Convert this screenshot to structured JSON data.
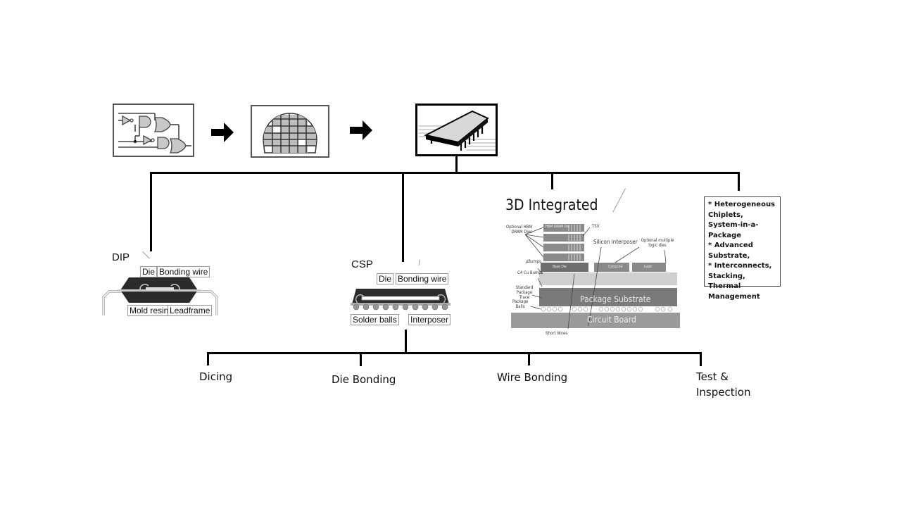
{
  "flow": {
    "steps": [
      {
        "name": "logic-circuit",
        "icon": "logic-gates-icon"
      },
      {
        "name": "wafer",
        "icon": "wafer-grid-icon"
      },
      {
        "name": "packaged-chip",
        "icon": "ic-chip-icon"
      }
    ],
    "arrow_icon": "arrow-right-icon"
  },
  "packages": {
    "dip": {
      "title": "DIP",
      "labels": {
        "die": "Die",
        "bonding_wire": "Bonding wire",
        "mold_resin": "Mold resin",
        "leadframe": "Leadframe"
      }
    },
    "csp": {
      "title": "CSP",
      "labels": {
        "die": "Die",
        "bonding_wire": "Bonding wire",
        "solder_balls": "Solder balls",
        "interposer": "Interposer"
      }
    },
    "threed": {
      "title": "3D Integrated",
      "labels": {
        "optional_hbm": "Optional HBM DRAM Dies",
        "tsv": "TSV",
        "silicon_interposer": "Silicon interposer",
        "optional_logic": "Optional multiple logic dies",
        "ubumps": "μBumps",
        "c4_bumps": "C4 Cu Bumps",
        "standard_trace": "Standard Package Trace",
        "package_balls": "Package Balls",
        "package_substrate": "Package Substrate",
        "circuit_board": "Circuit Board",
        "short_wires": "Short Wires",
        "hbm_die": "HBM DRAM Die",
        "base_die": "Base Die",
        "compute": "Compute",
        "logic": "Logic"
      }
    },
    "advanced": {
      "lines": [
        "* Heterogeneous Chiplets, System-in-a-Package",
        "* Advanced Substrate,",
        "* Interconnects, Stacking, Thermal Management"
      ]
    }
  },
  "process_steps": [
    {
      "label": "Dicing"
    },
    {
      "label": "Die Bonding"
    },
    {
      "label": "Wire Bonding"
    },
    {
      "label": "Test &"
    },
    {
      "label": "Inspection"
    }
  ],
  "colors": {
    "gate_fill": "#c8c8c8",
    "package_dark": "#2b2b2b",
    "substrate": "#7a7a7a",
    "interposer": "#cfcfcf",
    "board": "#9a9a9a"
  }
}
